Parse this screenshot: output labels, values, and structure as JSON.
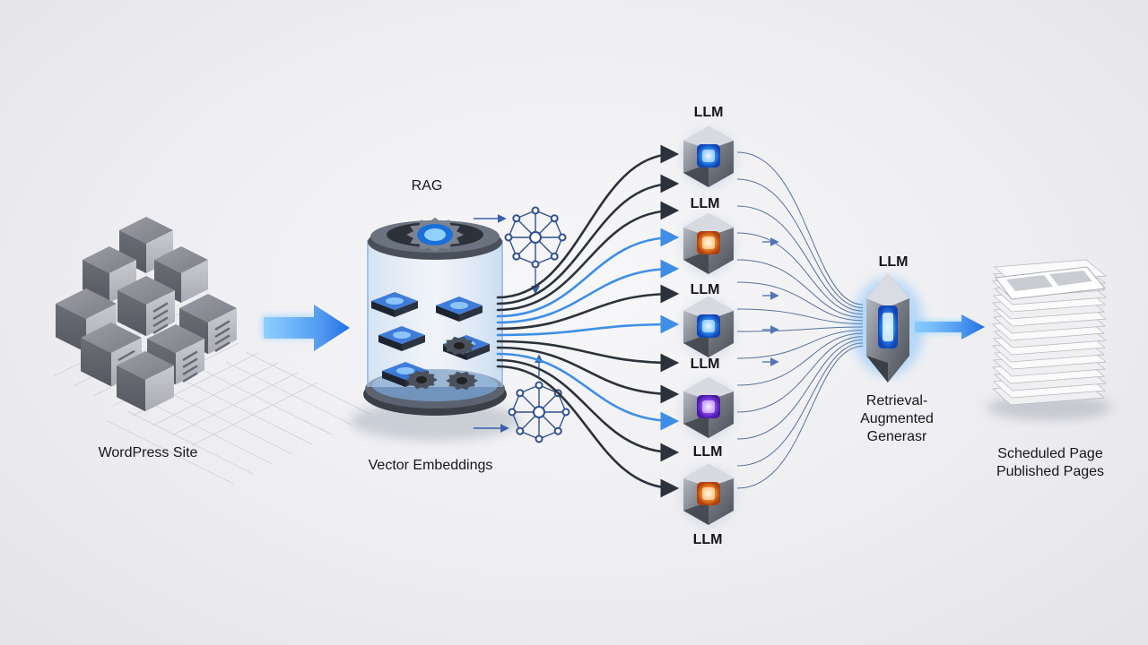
{
  "labels": {
    "wordpress": "WordPress Site",
    "rag": "RAG",
    "vector": "Vector Embeddings",
    "llm": "LLM",
    "rag_line1": "Retrieval-",
    "rag_line2": "Augmented",
    "rag_line3": "Generasr",
    "output_line1": "Scheduled Page",
    "output_line2": "Published Pages"
  },
  "colors": {
    "arrow_blue": "#2f7ff0",
    "line_dark": "#2c323c",
    "line_blue": "#3e8ee8",
    "gem_blue": "#2a8cff",
    "gem_orange": "#ff8a1c",
    "gem_purple": "#8a3cff"
  },
  "icons": {
    "source": "server-blocks-icon",
    "store": "vector-database-cylinder-icon",
    "network": "network-graph-icon",
    "model": "llm-gem-icon",
    "output": "document-stack-icon"
  }
}
